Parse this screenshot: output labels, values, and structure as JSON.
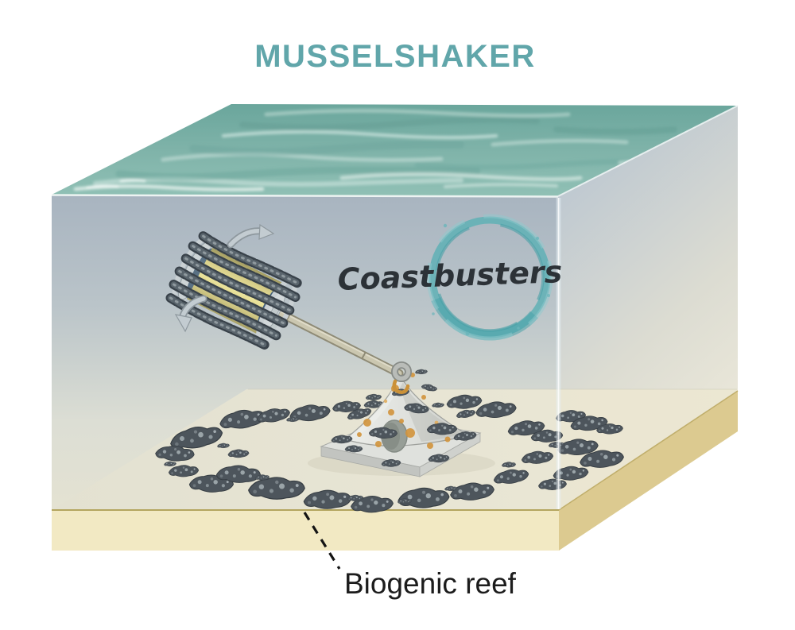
{
  "title": "MUSSELSHAKER",
  "logo": {
    "text": "Coastbusters"
  },
  "labels": {
    "biogenic_reef": "Biogenic reef"
  },
  "colors": {
    "title_teal": "#61a6aa",
    "logo_ring_teal": "#5fb0b5",
    "logo_text": "#2c3237",
    "water_surface_teal": "#7fb3a9",
    "water_column_top": "#a8b4c0",
    "water_column_bottom": "#e4e2d2",
    "seabed_top": "#e7e4d4",
    "sand_front": "#f2e9c3",
    "sand_side_bevel": "#dcca90",
    "mussel_dark": "#4d555c",
    "drum_core_yellow": "#e6dd97",
    "drum_cage_gray": "#ccd3d6",
    "drum_endcap_blue": "#5a7184",
    "anchor_concrete": "#d9dbd7",
    "growth_orange": "#d2943c",
    "reef_label_text": "#1c1c1c"
  }
}
